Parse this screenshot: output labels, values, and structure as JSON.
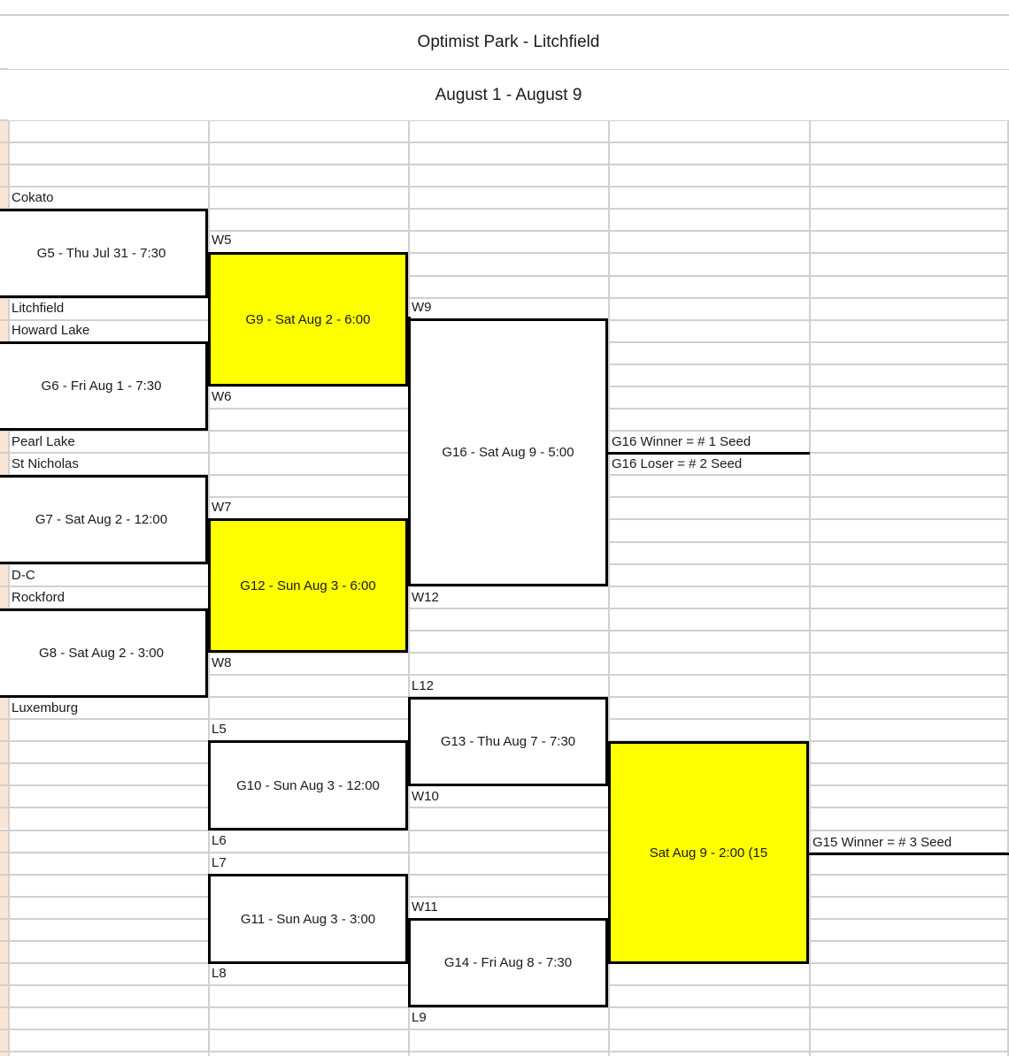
{
  "header": {
    "venue": "Optimist Park - Litchfield",
    "dates": "August 1 - August 9"
  },
  "bracket": {
    "title": "Optimist Park - Litchfield",
    "teams": [
      {
        "name": "Cokato"
      },
      {
        "name": "Litchfield"
      },
      {
        "name": "Howard Lake"
      },
      {
        "name": "Pearl Lake"
      },
      {
        "name": "St Nicholas"
      },
      {
        "name": "D-C"
      },
      {
        "name": "Rockford"
      },
      {
        "name": "Luxemburg"
      }
    ],
    "games": [
      {
        "id": "G5",
        "label": "G5 - Thu Jul 31 - 7:30",
        "highlight": false
      },
      {
        "id": "G6",
        "label": "G6 - Fri Aug 1 - 7:30",
        "highlight": false
      },
      {
        "id": "G7",
        "label": "G7 - Sat Aug 2 - 12:00",
        "highlight": false
      },
      {
        "id": "G8",
        "label": "G8 - Sat Aug 2 - 3:00",
        "highlight": false
      },
      {
        "id": "G9",
        "label": "G9 - Sat Aug 2 - 6:00",
        "highlight": true
      },
      {
        "id": "G12",
        "label": "G12 - Sun Aug 3 - 6:00",
        "highlight": true
      },
      {
        "id": "G16",
        "label": "G16 - Sat Aug 9 - 5:00",
        "highlight": false
      },
      {
        "id": "G10",
        "label": "G10 - Sun Aug 3 - 12:00",
        "highlight": false
      },
      {
        "id": "G11",
        "label": "G11 - Sun Aug 3 - 3:00",
        "highlight": false
      },
      {
        "id": "G13",
        "label": "G13 - Thu Aug 7 - 7:30",
        "highlight": false
      },
      {
        "id": "G14",
        "label": "G14 - Fri Aug 8 - 7:30",
        "highlight": false
      },
      {
        "id": "G15",
        "label": "Sat Aug 9 - 2:00 (15",
        "highlight": true
      }
    ],
    "feeds": [
      {
        "id": "W5",
        "label": "W5"
      },
      {
        "id": "W6",
        "label": "W6"
      },
      {
        "id": "W7",
        "label": "W7"
      },
      {
        "id": "W8",
        "label": "W8"
      },
      {
        "id": "W9",
        "label": "W9"
      },
      {
        "id": "W10",
        "label": "W10"
      },
      {
        "id": "W11",
        "label": "W11"
      },
      {
        "id": "W12",
        "label": "W12"
      },
      {
        "id": "L5",
        "label": "L5"
      },
      {
        "id": "L6",
        "label": "L6"
      },
      {
        "id": "L7",
        "label": "L7"
      },
      {
        "id": "L8",
        "label": "L8"
      },
      {
        "id": "L9",
        "label": "L9"
      },
      {
        "id": "L12",
        "label": "L12"
      }
    ],
    "results": [
      {
        "id": "seed1",
        "label": "G16 Winner = # 1 Seed"
      },
      {
        "id": "seed2",
        "label": "G16 Loser = # 2 Seed"
      },
      {
        "id": "seed3",
        "label": "G15 Winner = # 3 Seed"
      }
    ],
    "colors": {
      "highlight": "#FFFF00",
      "gridline": "#D0D0D0",
      "border": "#000000",
      "gutter": "#FAE4D4",
      "text": "#1A1A1A"
    }
  }
}
